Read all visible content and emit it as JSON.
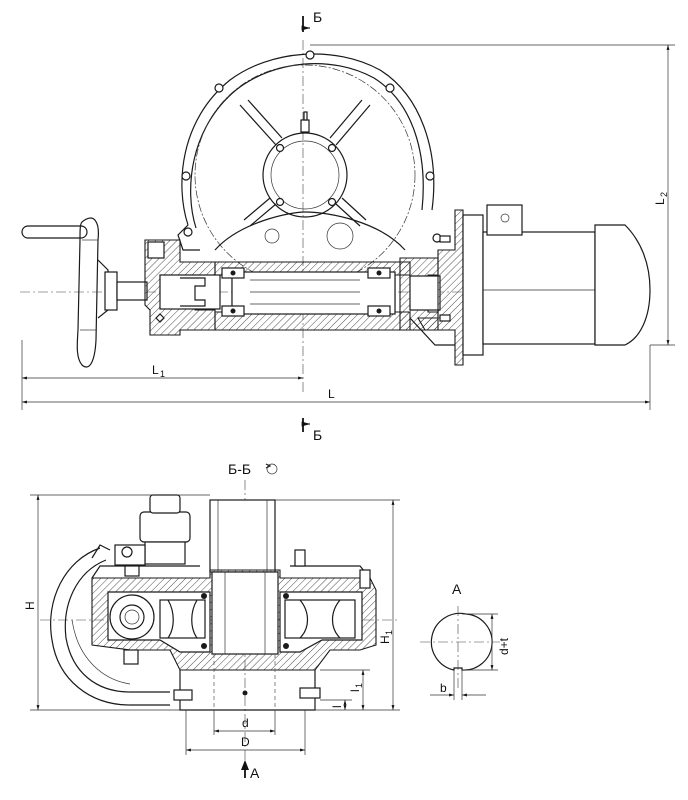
{
  "labels": {
    "section_mark": "Б",
    "section_title": "Б-Б",
    "view_mark": "А",
    "dim_L": "L",
    "dim_L1_main": "L",
    "dim_L1_sub": "1",
    "dim_L2_main": "L",
    "dim_L2_sub": "2",
    "dim_H": "H",
    "dim_H1_main": "H",
    "dim_H1_sub": "1",
    "dim_l": "l",
    "dim_l1_main": "l",
    "dim_l1_sub": "1",
    "dim_d": "d",
    "dim_D": "D",
    "dim_b": "b",
    "dim_dt": "d+t"
  },
  "colors": {
    "line": "#1a1a1a",
    "background": "#ffffff"
  }
}
